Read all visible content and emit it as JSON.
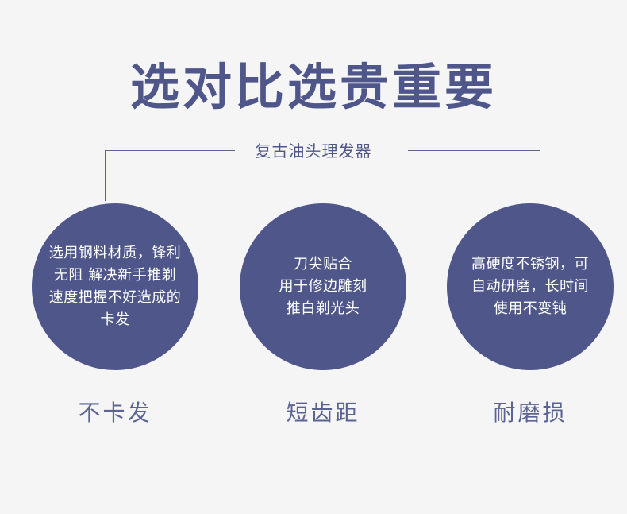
{
  "title": "选对比选贵重要",
  "subtitle": "复古油头理发器",
  "features": [
    {
      "description": "选用钢料材质，锋利\n无阻 解决新手推剃\n速度把握不好造成的\n卡发",
      "caption": "不卡发"
    },
    {
      "description": "刀尖贴合\n用于修边雕刻\n推白剃光头",
      "caption": "短齿距"
    },
    {
      "description": "高硬度不锈钢，可\n自动研磨，长时间\n使用不变钝",
      "caption": "耐磨损"
    }
  ],
  "colors": {
    "accent": "#4f578a",
    "background": "#f5f5f6"
  }
}
